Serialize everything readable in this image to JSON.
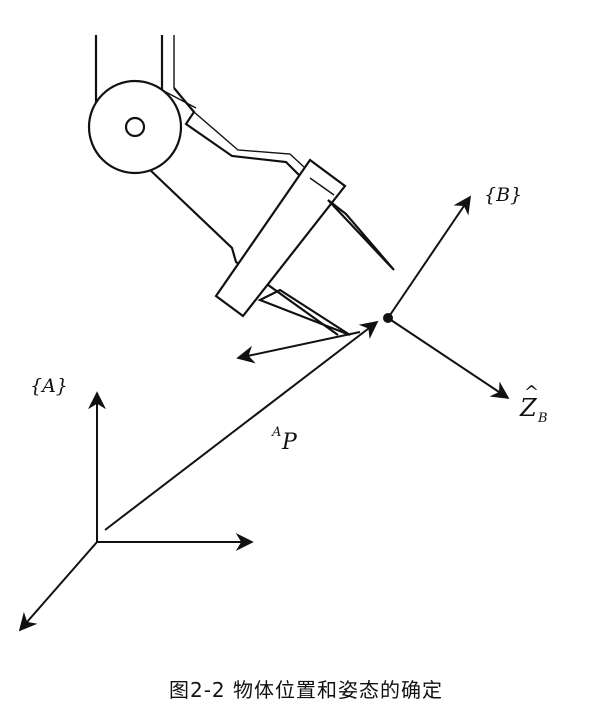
{
  "labels": {
    "frame_a": "{A}",
    "frame_b": "{B}",
    "position_vector_superscript": "A",
    "position_vector": "P",
    "z_axis_hat": "^",
    "z_axis": "Z",
    "z_axis_subscript": "B"
  },
  "caption": "图2-2  物体位置和姿态的确定",
  "colors": {
    "ink": "#111111",
    "background": "#ffffff"
  }
}
